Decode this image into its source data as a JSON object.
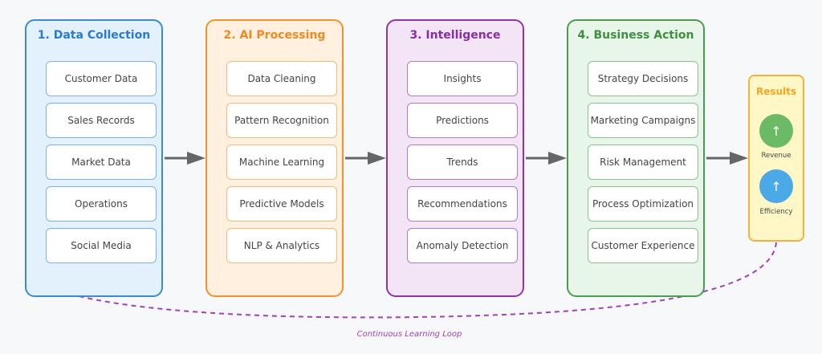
{
  "stages": [
    {
      "title": "1. Data Collection",
      "color": "#2a7ad0",
      "items": [
        "Customer Data",
        "Sales Records",
        "Market Data",
        "Operations",
        "Social Media"
      ]
    },
    {
      "title": "2. AI Processing",
      "color": "#ee8a22",
      "items": [
        "Data Cleaning",
        "Pattern Recognition",
        "Machine Learning",
        "Predictive Models",
        "NLP & Analytics"
      ]
    },
    {
      "title": "3. Intelligence",
      "color": "#8a2ea8",
      "items": [
        "Insights",
        "Predictions",
        "Trends",
        "Recommendations",
        "Anomaly Detection"
      ]
    },
    {
      "title": "4. Business Action",
      "color": "#3f8f42",
      "items": [
        "Strategy Decisions",
        "Marketing Campaigns",
        "Risk Management",
        "Process Optimization",
        "Customer Experience"
      ]
    }
  ],
  "results": {
    "title": "Results",
    "metrics": [
      {
        "label": "Revenue",
        "icon": "↑",
        "color": "#6bbb66"
      },
      {
        "label": "Efficiency",
        "icon": "↑",
        "color": "#4ba9e8"
      }
    ]
  },
  "loop": {
    "label": "Continuous Learning Loop",
    "color": "#a340b8"
  },
  "arrow_color": "#666666"
}
